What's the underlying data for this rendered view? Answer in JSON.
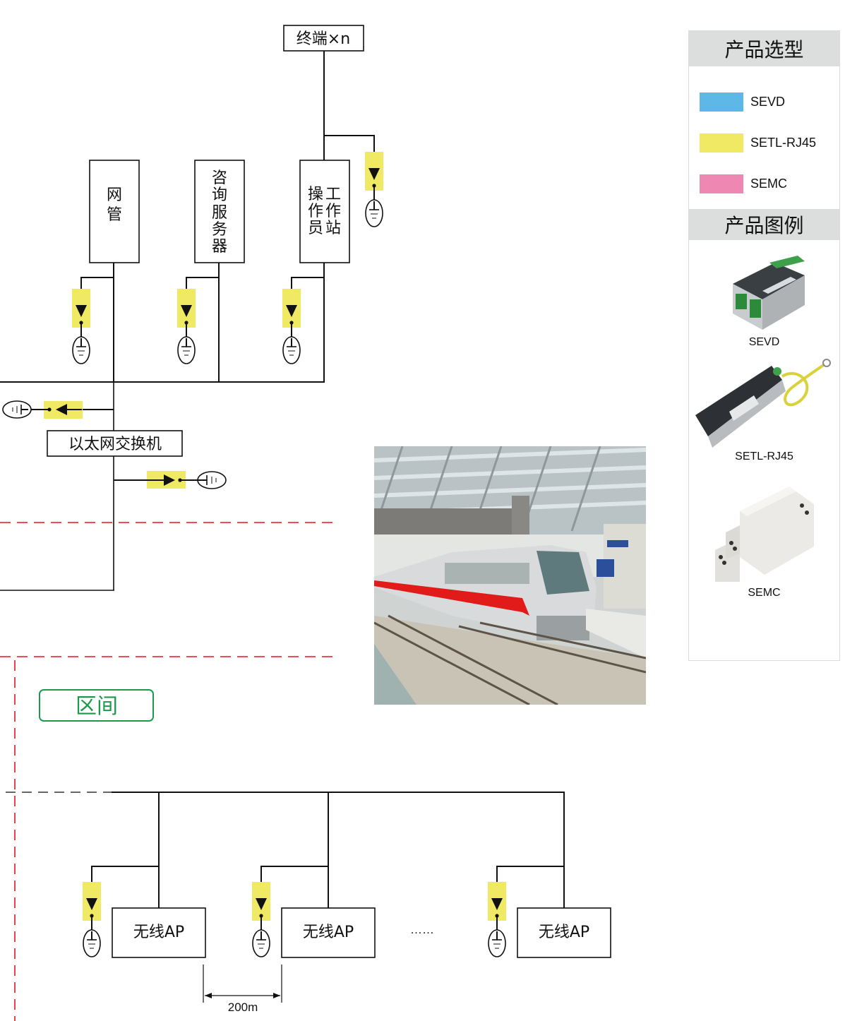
{
  "diagram": {
    "nodes": {
      "terminal": "终端×n",
      "network_mgmt": [
        "网",
        "管"
      ],
      "consult_server": [
        "咨",
        "询",
        "服",
        "务",
        "器"
      ],
      "operator_ws_col1": [
        "操",
        "作",
        "员"
      ],
      "operator_ws_col2": [
        "工",
        "作",
        "站"
      ],
      "ethernet_switch": "以太网交换机",
      "wireless_ap": [
        "无线AP",
        "无线AP",
        "无线AP"
      ],
      "ellipsis": "……",
      "distance": "200m"
    },
    "zone_label": "区间",
    "colors": {
      "protector_yellow": "#f0e964",
      "zone_green": "#1a9a4a",
      "boundary_red": "#e8101e",
      "line_black": "#111111"
    }
  },
  "sidebar": {
    "selection_title": "产品选型",
    "legend": [
      {
        "label": "SEVD",
        "color": "#5db8e8"
      },
      {
        "label": "SETL-RJ45",
        "color": "#f0e964"
      },
      {
        "label": "SEMC",
        "color": "#ee88b2"
      }
    ],
    "gallery_title": "产品图例",
    "products": [
      {
        "label": "SEVD",
        "icon": "sevd-device-icon"
      },
      {
        "label": "SETL-RJ45",
        "icon": "setl-rj45-device-icon"
      },
      {
        "label": "SEMC",
        "icon": "semc-device-icon"
      }
    ]
  },
  "photo": {
    "subject": "train-at-station-photo"
  }
}
